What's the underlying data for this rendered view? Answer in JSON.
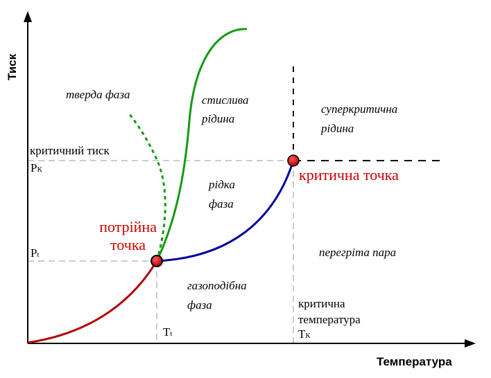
{
  "axes": {
    "y_label": "Тиск",
    "x_label": "Температура"
  },
  "labels": {
    "critical_pressure": "критичний тиск",
    "pk_main": "P",
    "pk_sub": "К",
    "pt_main": "P",
    "pt_sub": "t",
    "tt_main": "T",
    "tt_sub": "t",
    "tk_line1": "критична",
    "tk_line2": "температура",
    "tk_main": "T",
    "tk_sub": "К",
    "triple_line1": "потрійна",
    "triple_line2": "точка",
    "critical_point": "критична точка"
  },
  "regions": {
    "solid": "тверда фаза",
    "compressible_line1": "стислива",
    "compressible_line2": "рідина",
    "supercritical_line1": "суперкритична",
    "supercritical_line2": "рідина",
    "liquid_line1": "рідка",
    "liquid_line2": "фаза",
    "superheated": "перегріта пара",
    "gas_line1": "газоподібна",
    "gas_line2": "фаза"
  },
  "colors": {
    "sublimation_curve": "#b30000",
    "vaporization_curve": "#000099",
    "melting_curve": "#139a13",
    "point_fill": "#cc0000",
    "highlight_text": "#cc0000",
    "guide_line": "#cccccc",
    "axis": "#000000"
  }
}
